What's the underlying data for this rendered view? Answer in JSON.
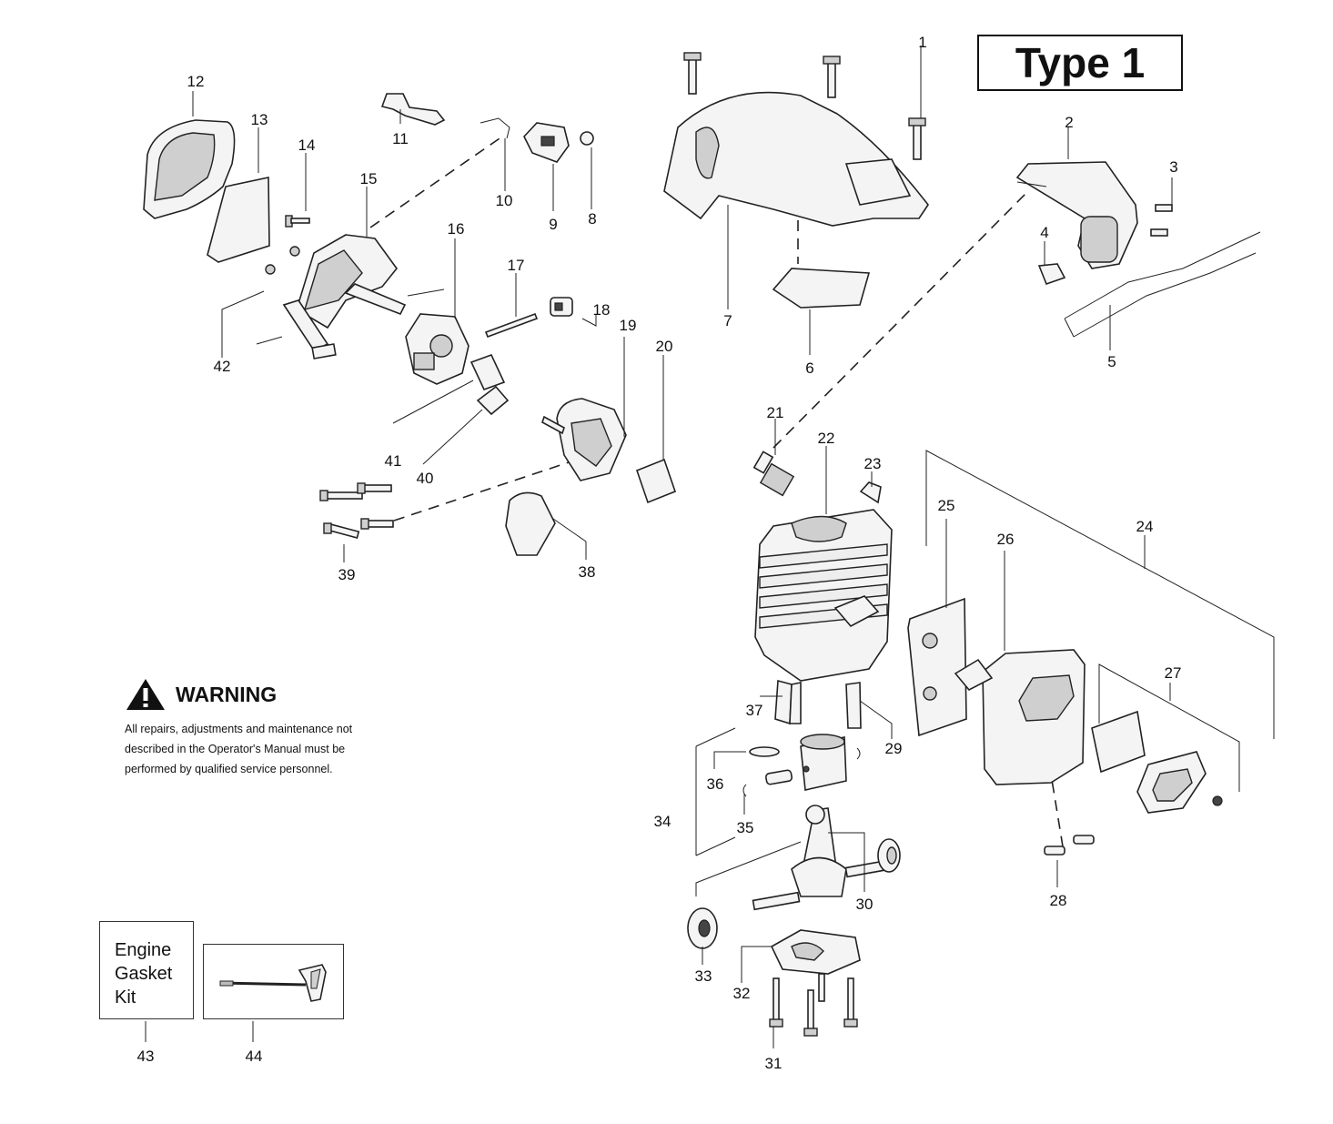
{
  "title_badge": "Type 1",
  "warning": {
    "heading": "WARNING",
    "lines": [
      "All repairs, adjustments and maintenance not",
      "described in the Operator's Manual must be",
      "performed by qualified  service personnel."
    ]
  },
  "kit": {
    "lines": [
      "Engine",
      "Gasket",
      "Kit"
    ]
  },
  "callouts": [
    "1",
    "2",
    "3",
    "4",
    "5",
    "6",
    "7",
    "8",
    "9",
    "10",
    "11",
    "12",
    "13",
    "14",
    "15",
    "16",
    "17",
    "18",
    "19",
    "20",
    "21",
    "22",
    "23",
    "24",
    "25",
    "26",
    "27",
    "28",
    "29",
    "30",
    "31",
    "32",
    "33",
    "34",
    "35",
    "36",
    "37",
    "38",
    "39",
    "40",
    "41",
    "42",
    "43",
    "44"
  ]
}
